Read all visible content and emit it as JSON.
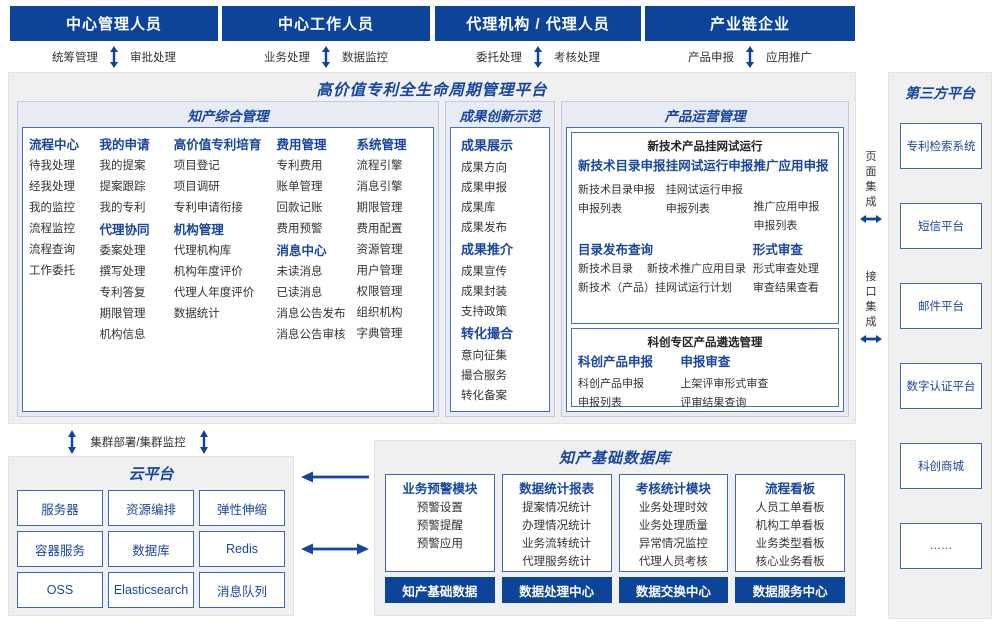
{
  "roles": [
    {
      "label": "中心管理人员",
      "flows": [
        "统筹管理",
        "审批处理"
      ]
    },
    {
      "label": "中心工作人员",
      "flows": [
        "业务处理",
        "数据监控"
      ]
    },
    {
      "label": "代理机构 / 代理人员",
      "flows": [
        "委托处理",
        "考核处理"
      ]
    },
    {
      "label": "产业链企业",
      "flows": [
        "产品申报",
        "应用推广"
      ]
    }
  ],
  "platform": {
    "title": "高价值专利全生命周期管理平台",
    "panel1": {
      "title": "知产综合管理",
      "columns": [
        {
          "groups": [
            {
              "head": "流程中心",
              "items": [
                "待我处理",
                "经我处理",
                "我的监控",
                "流程监控",
                "流程查询",
                "工作委托"
              ]
            }
          ]
        },
        {
          "groups": [
            {
              "head": "我的申请",
              "items": [
                "我的提案",
                "提案跟踪",
                "我的专利"
              ]
            },
            {
              "head": "代理协同",
              "items": [
                "委案处理",
                "撰写处理",
                "专利答复",
                "期限管理",
                "机构信息"
              ]
            }
          ]
        },
        {
          "groups": [
            {
              "head": "高价值专利培育",
              "items": [
                "项目登记",
                "项目调研",
                "专利申请衔接"
              ]
            },
            {
              "head": "机构管理",
              "items": [
                "代理机构库",
                "机构年度评价",
                "代理人年度评价",
                "数据统计"
              ]
            }
          ]
        },
        {
          "groups": [
            {
              "head": "费用管理",
              "items": [
                "专利费用",
                "账单管理",
                "回款记账",
                "费用预警"
              ]
            },
            {
              "head": "消息中心",
              "items": [
                "未读消息",
                "已读消息",
                "消息公告发布",
                "消息公告审核"
              ]
            }
          ]
        },
        {
          "groups": [
            {
              "head": "系统管理",
              "items": [
                "流程引擎",
                "消息引擎",
                "期限管理",
                "费用配置",
                "资源管理",
                "用户管理",
                "权限管理",
                "组织机构",
                "字典管理"
              ]
            }
          ]
        }
      ]
    },
    "panel2": {
      "title": "成果创新示范",
      "groups": [
        {
          "head": "成果展示",
          "items": [
            "成果方向",
            "成果申报",
            "成果库",
            "成果发布"
          ]
        },
        {
          "head": "成果推介",
          "items": [
            "成果宣传",
            "成果封装",
            "支持政策"
          ]
        },
        {
          "head": "转化撮合",
          "items": [
            "意向征集",
            "撮合服务",
            "转化备案"
          ]
        }
      ]
    },
    "panel3": {
      "title": "产品运营管理",
      "sub1": {
        "title": "新技术产品挂网试运行",
        "columns": [
          {
            "head": "新技术目录申报",
            "items": [
              "新技术目录申报",
              "申报列表"
            ]
          },
          {
            "head": "挂网试运行申报",
            "items": [
              "挂网试运行申报",
              "申报列表"
            ]
          },
          {
            "head": "推广应用申报",
            "items": [
              "推广应用申报",
              "申报列表"
            ]
          }
        ],
        "row2": {
          "left_head": "目录发布查询",
          "left_items_line1": [
            "新技术目录",
            "新技术推广应用目录"
          ],
          "left_items_line2": [
            "新技术（产品）挂网试运行计划"
          ],
          "right_head": "形式审查",
          "right_items": [
            "形式审查处理",
            "审查结果查看"
          ]
        }
      },
      "sub2": {
        "title": "科创专区产品遴选管理",
        "columns": [
          {
            "head": "科创产品申报",
            "items": [
              "科创产品申报",
              "申报列表"
            ]
          },
          {
            "head": "申报审查",
            "items": [
              "上架评审形式审查",
              "评审结果查询"
            ]
          }
        ]
      }
    }
  },
  "integration": [
    {
      "label": "页面集成"
    },
    {
      "label": "接口集成"
    }
  ],
  "third_party": {
    "title": "第三方平台",
    "items": [
      "专利检索系统",
      "短信平台",
      "邮件平台",
      "数字认证平台",
      "科创商城",
      "……"
    ]
  },
  "cluster": {
    "label": "集群部署/集群监控"
  },
  "cloud": {
    "title": "云平台",
    "items": [
      "服务器",
      "资源编排",
      "弹性伸缩",
      "容器服务",
      "数据库",
      "Redis",
      "OSS",
      "Elasticsearch",
      "消息队列"
    ]
  },
  "database": {
    "title": "知产基础数据库",
    "cards": [
      {
        "head": "业务预警模块",
        "items": [
          "预警设置",
          "预警提醒",
          "预警应用"
        ]
      },
      {
        "head": "数据统计报表",
        "items": [
          "提案情况统计",
          "办理情况统计",
          "业务流转统计",
          "代理服务统计"
        ]
      },
      {
        "head": "考核统计模块",
        "items": [
          "业务处理时效",
          "业务处理质量",
          "异常情况监控",
          "代理人员考核"
        ]
      },
      {
        "head": "流程看板",
        "items": [
          "人员工单看板",
          "机构工单看板",
          "业务类型看板",
          "核心业务看板"
        ]
      }
    ],
    "footer": [
      "知产基础数据",
      "数据处理中心",
      "数据交换中心",
      "数据服务中心"
    ]
  },
  "colors": {
    "navy": "#0b4499",
    "blue_text": "#17479e",
    "border_blue": "#3b68b0",
    "panel_bg": "#e8eaf4",
    "frame_bg": "#f0f0f0"
  }
}
